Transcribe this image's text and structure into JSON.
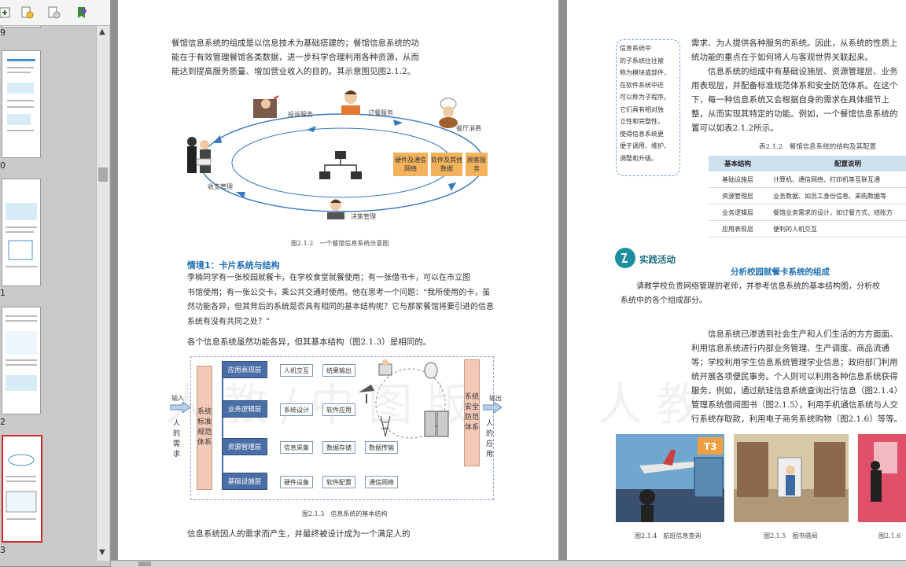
{
  "sidebar": {
    "toolbar_icons": [
      "expand-icon",
      "add-bookmark-icon",
      "remove-bookmark-icon",
      "bookmark-settings-icon"
    ],
    "page_numbers": [
      "9",
      "0",
      "1",
      "2",
      "3"
    ],
    "active_page": "3"
  },
  "left_page": {
    "intro": [
      "餐馆信息系统的组成是以信息技术为基础搭建的；餐馆信息系统的功",
      "能在于有效管理餐馆各类数据，进一步科学合理利用各种资源，从而",
      "能达到提高服务质量、增加营业收入的目的。其示意图见图2.1.2。"
    ],
    "fig212": {
      "labels": {
        "complaint": "投诉服务",
        "order": "订餐服务",
        "dining": "餐厅消费",
        "cashier": "收支管理",
        "decision": "决策管理"
      },
      "boxes": [
        "硬件及通信网络",
        "软件及其他数据",
        "顾客服务"
      ],
      "caption": "图2.1.2　一个餐馆信息系统示意图"
    },
    "scenario_title": "情境1：卡片系统与结构",
    "scenario_lines": [
      "李楠同学有一张校园就餐卡，在学校食堂就餐使用；有一张借书卡，可以在市立图",
      "书馆使用；有一张公交卡，乘公共交通时使用。他在思考一个问题：“我所使用的卡，虽",
      "然功能各异，但其背后的系统是否具有相同的基本结构呢？它与那家餐馆将要引进的信息",
      "系统有没有共同之处？”"
    ],
    "para2": "各个信息系统虽然功能各异，但其基本结构（图2.1.3）是相同的。",
    "fig213": {
      "left_bar": "系统标准规范体系",
      "right_bar": "系统安全防范体系",
      "input_label": "输入",
      "output_label": "输出",
      "human_need": "人的需求",
      "human_app": "人的应用",
      "layers": [
        {
          "name": "应用表现层",
          "items": [
            "人机交互",
            "结果输出"
          ]
        },
        {
          "name": "业务逻辑层",
          "items": [
            "系统设计",
            "软件应用"
          ]
        },
        {
          "name": "资源管理层",
          "items": [
            "信息采集",
            "数据存储",
            "数据传输"
          ]
        },
        {
          "name": "基础设施层",
          "items": [
            "硬件设备",
            "软件配置",
            "通信网络"
          ]
        }
      ],
      "caption": "图2.1.3　信息系统的基本结构"
    },
    "para3": "信息系统因人的需求而产生，并最终被设计成为一个满足人的",
    "watermark": "人 教 / 中 图 版"
  },
  "right_page": {
    "sidenote": [
      "信息系统中",
      "的子系统往往被",
      "称为模块或部件，",
      "在软件系统中还",
      "可以称为子程序。",
      "它们具有相对独",
      "立性和完整性，",
      "使得信息系统更",
      "便于调用、维护、",
      "调整和升级。"
    ],
    "top_lines": [
      "需求、为人提供各种服务的系统。因此，从系统的性质上",
      "统功能的重点在于如何将人与客观世界关联起来。",
      "　　信息系统的组成中有基础设施层、资源管理层、业务",
      "用表现层，并配备标准规范体系和安全防范体系。在这个",
      "下，每一种信息系统又会根据自身的需求在具体细节上",
      "整，从而实现其特定的功能。例如，一个餐馆信息系统的",
      "置可以如表2.1.2所示。"
    ],
    "table": {
      "caption": "表2.1.2　餐馆信息系统的结构及其配置",
      "headers": [
        "基本结构",
        "配置说明"
      ],
      "rows": [
        [
          "基础设施层",
          "计算机、通信网络、打印机等互联互通"
        ],
        [
          "资源管理层",
          "业务数据、如员工身份信息、采购数据等"
        ],
        [
          "业务逻辑层",
          "餐馆业务需求的设计，如订餐方式、结账方"
        ],
        [
          "应用表现层",
          "便利的人机交互"
        ]
      ]
    },
    "activity_label": "实践活动",
    "activity_title": "分析校园就餐卡系统的组成",
    "activity_lines": [
      "　　请教学校负责网络管理的老师，并参考信息系统的基本结构图，分析校",
      "系统中的各个组成部分。"
    ],
    "bottom_lines": [
      "　　信息系统已渗透到社会生产和人们生活的方方面面。",
      "利用信息系统进行内部业务管理、生产调度、商品流通",
      "等；学校利用学生信息系统管理学业信息；政府部门利用",
      "统开展各项便民事务。个人则可以利用各种信息系统获得",
      "服务，例如，通过航班信息系统查询出行信息（图2.1.4）",
      "管理系统借阅图书（图2.1.5），利用手机通信系统与人交",
      "行系统存取款，利用电子商务系统购物（图2.1.6）等等。"
    ],
    "photo_captions": [
      "图2.1.4　航班信息查询",
      "图2.1.5　图书借阅",
      "图2.1.6"
    ],
    "t3_label": "T3",
    "watermark": "人 教"
  }
}
